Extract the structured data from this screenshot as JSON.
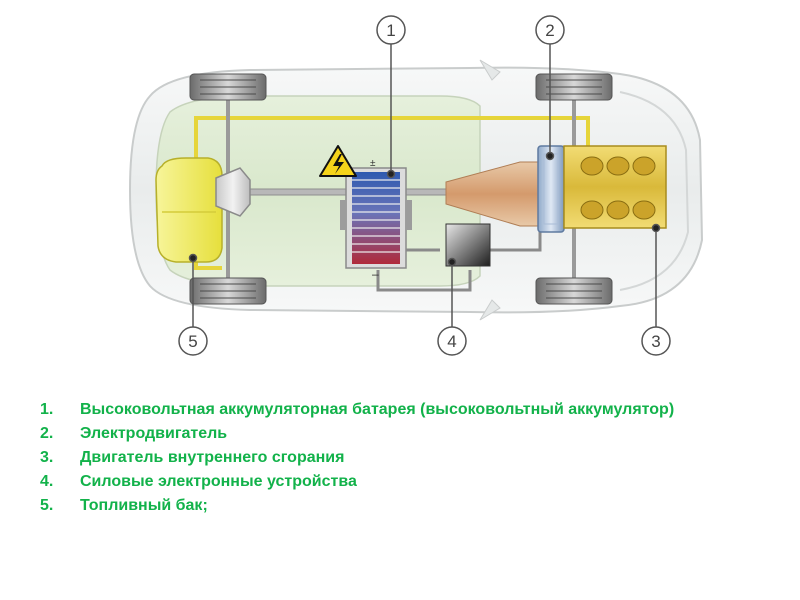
{
  "colors": {
    "legend_text": "#12b24a",
    "frame": "#e6d53a",
    "tank": "#f3ef6a",
    "engine": "#e4c94b",
    "callout": "#555555"
  },
  "callouts": [
    {
      "id": "1",
      "label": "1"
    },
    {
      "id": "2",
      "label": "2"
    },
    {
      "id": "3",
      "label": "3"
    },
    {
      "id": "4",
      "label": "4"
    },
    {
      "id": "5",
      "label": "5"
    }
  ],
  "battery_terminal_label": "±",
  "battery_minus_label": "–",
  "icons": [
    "high-voltage-warning-icon"
  ],
  "legend": [
    {
      "num": "1.",
      "text": "Высоковольтная аккумуляторная батарея (высоковольтный аккумулятор)"
    },
    {
      "num": "2.",
      "text": "Электродвигатель"
    },
    {
      "num": "3.",
      "text": "Двигатель внутреннего сгорания"
    },
    {
      "num": "4.",
      "text": "Силовые электронные устройства"
    },
    {
      "num": "5.",
      "text": "Топливный бак;"
    }
  ]
}
